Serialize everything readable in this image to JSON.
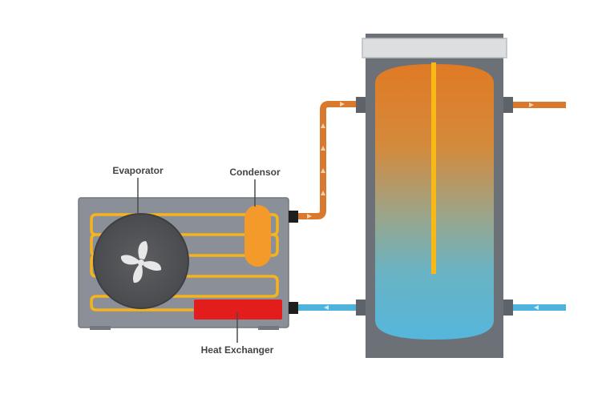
{
  "labels": {
    "evaporator": "Evaporator",
    "condensor": "Condensor",
    "heat_exchanger": "Heat Exchanger"
  },
  "colors": {
    "unit_body": "#8a8f97",
    "unit_border": "#6f747b",
    "coil": "#f5b41c",
    "fan_housing": "#58595b",
    "fan_blades": "#e6e6e6",
    "condensor": "#f39a2b",
    "heat_exchanger": "#e31c1c",
    "hot_pipe": "#d9782f",
    "cold_pipe": "#4eb4de",
    "tank_shell": "#6c7178",
    "tank_cap": "#d9dbdd",
    "tank_hot": "#e07d27",
    "tank_cold": "#55b5d6",
    "heating_rod": "#f8b816",
    "connector": "#1e1e1e",
    "label_text": "#444444"
  }
}
